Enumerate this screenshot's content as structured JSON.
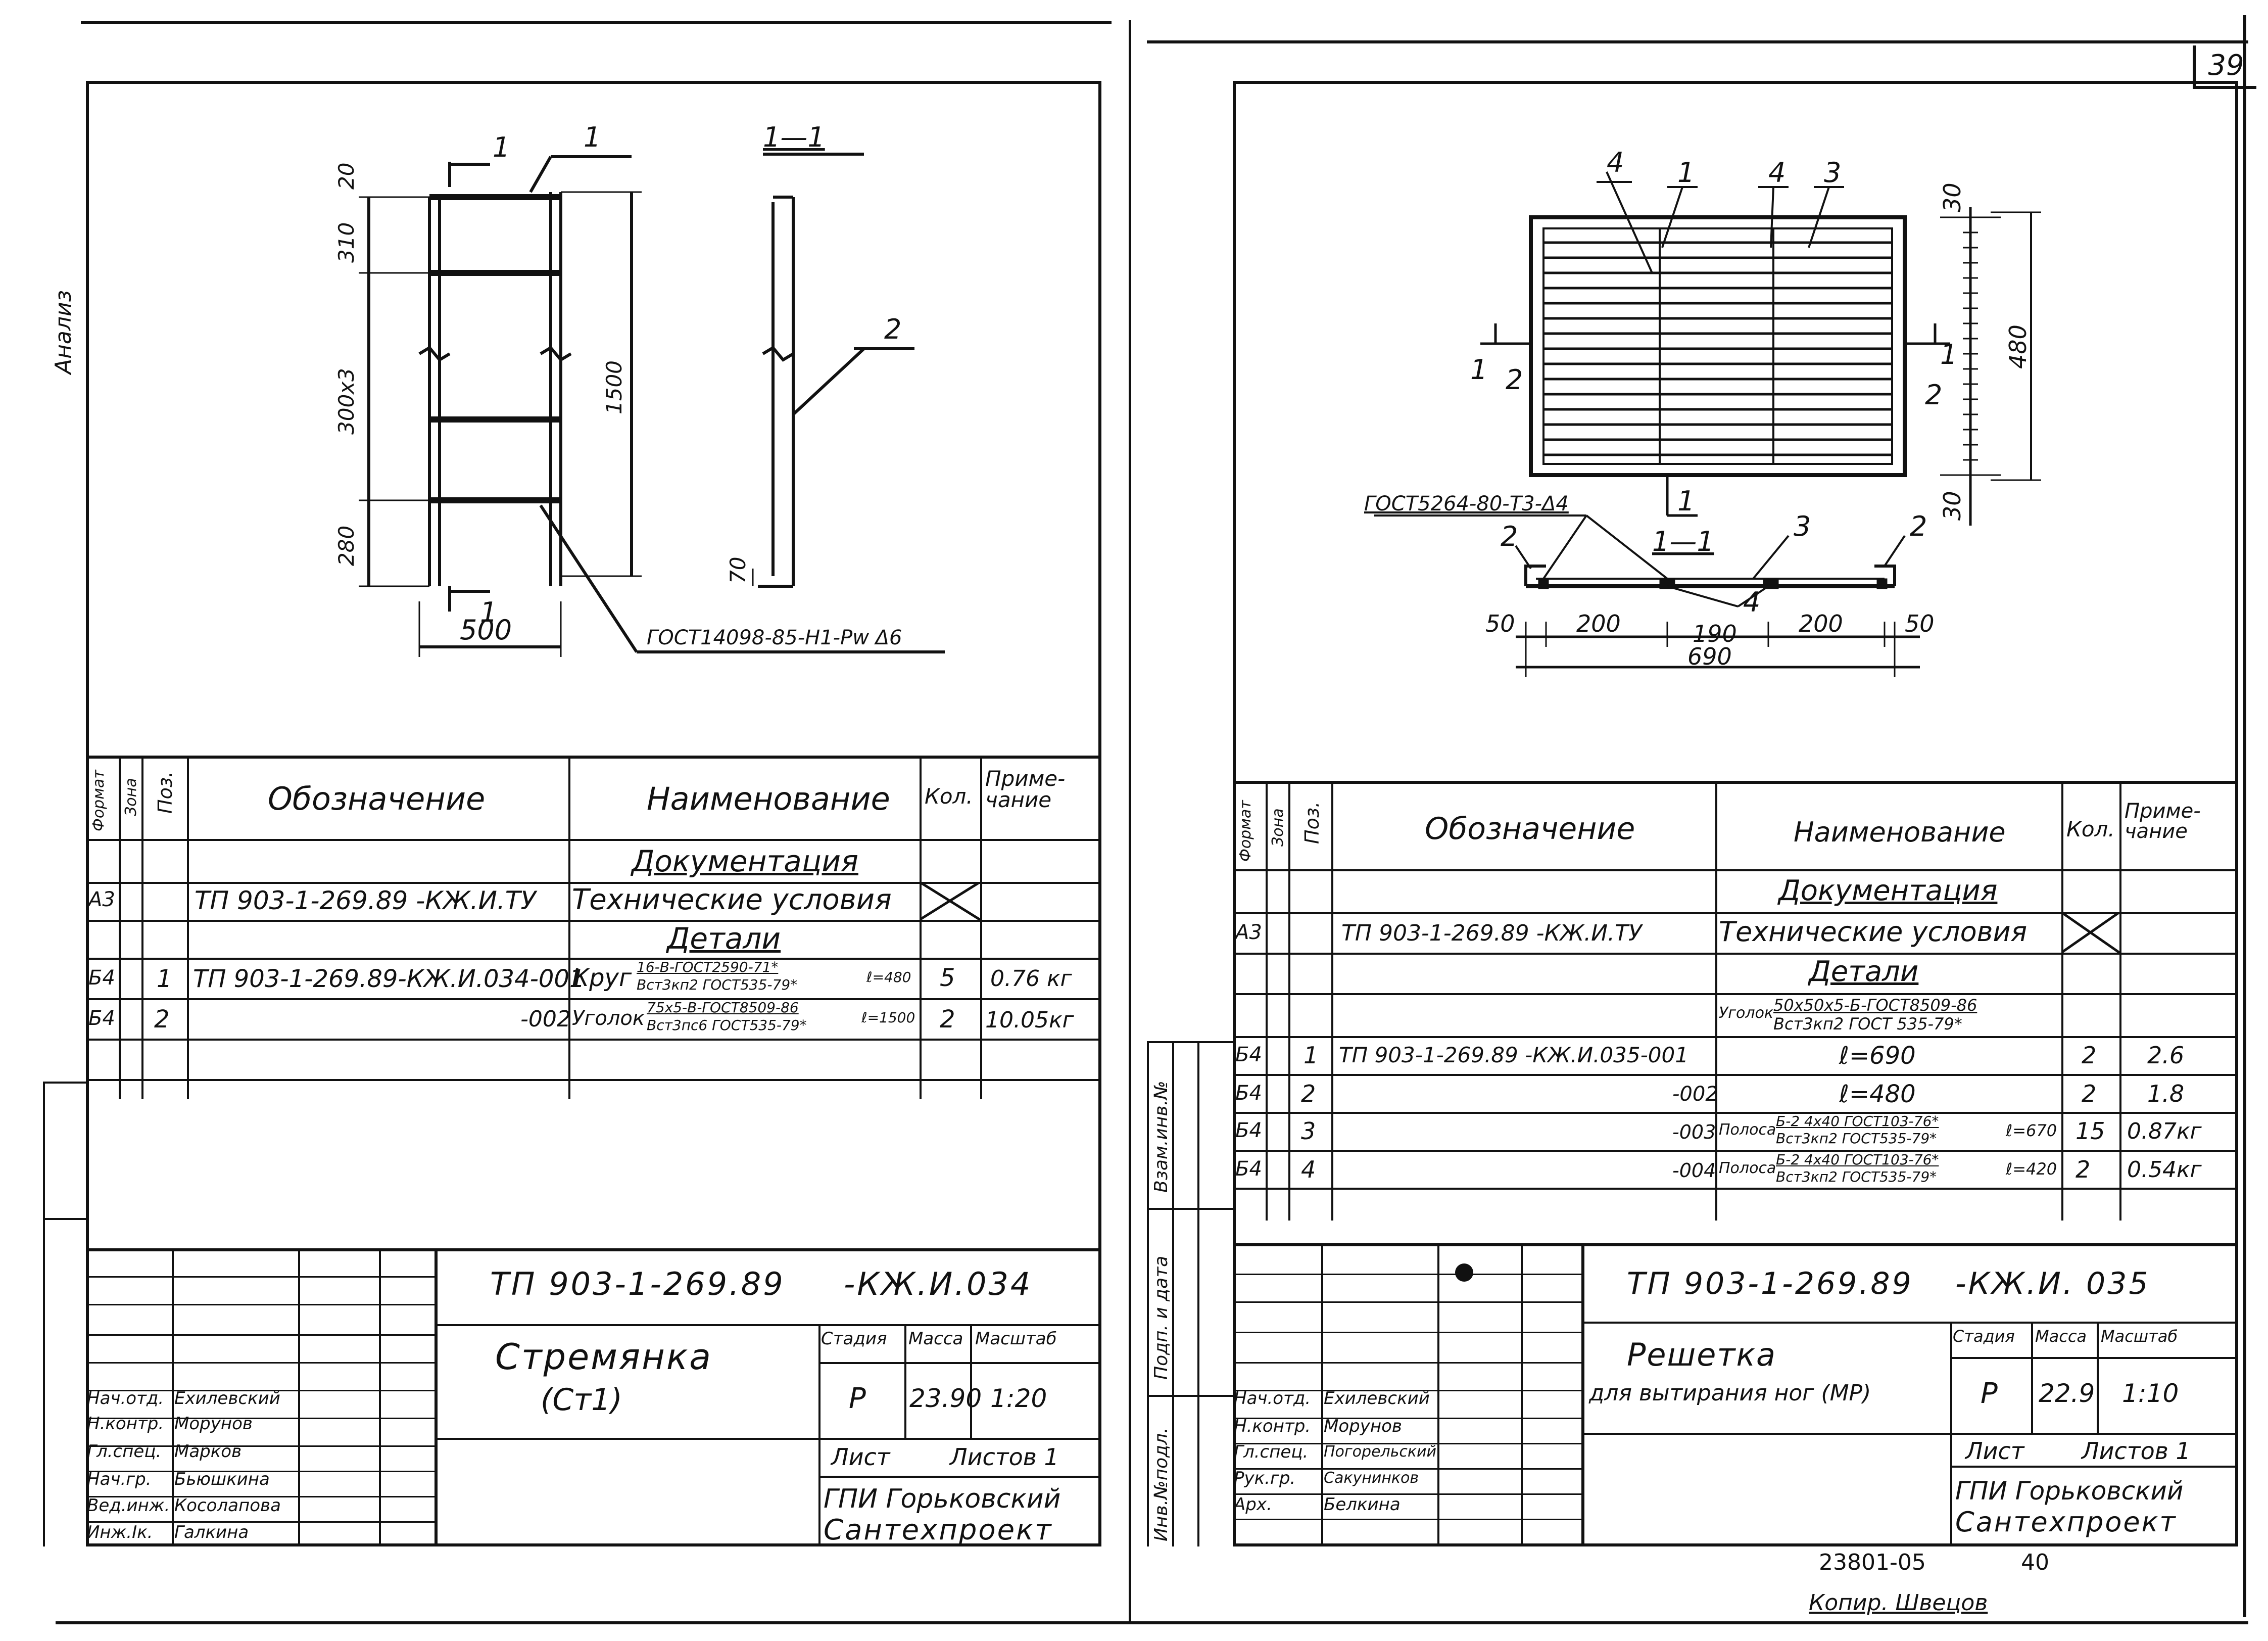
{
  "page_number": "39",
  "margin_note": "Анализ",
  "left_sheet": {
    "drawing": {
      "section_label": "1—1",
      "callout_1": "1",
      "callout_2": "2",
      "cut_mark": "1",
      "dims": {
        "d20": "20",
        "d310": "310",
        "d300x3": "300x3",
        "d280": "280",
        "d1500": "1500",
        "d70": "70",
        "d500": "500"
      },
      "weld_note": "ГОСТ14098-85-Н1-Рw Δ6"
    },
    "spec_table": {
      "headers": {
        "format": "Формат",
        "zone": "Зона",
        "pos": "Поз.",
        "designation": "Обозначение",
        "name": "Наименование",
        "qty": "Кол.",
        "note": "Приме-чание"
      },
      "section_docs": "Документация",
      "section_parts": "Детали",
      "rows": [
        {
          "format": "А3",
          "pos": "",
          "designation": "ТП 903-1-269.89 -КЖ.И.ТУ",
          "name": "Технические условия",
          "qty": "",
          "note": ""
        },
        {
          "format": "Б4",
          "pos": "1",
          "designation": "ТП 903-1-269.89-КЖ.И.034-001",
          "name": "Круг",
          "name_top": "16-В-ГОСТ2590-71*",
          "name_bottom": "Вст3кп2 ГОСТ535-79*",
          "name_len": "ℓ=480",
          "qty": "5",
          "note": "0.76 кг"
        },
        {
          "format": "Б4",
          "pos": "2",
          "designation": "-002",
          "name": "Уголок",
          "name_top": "75х5-В-ГОСТ8509-86",
          "name_bottom": "Вст3пс6 ГОСТ535-79*",
          "name_len": "ℓ=1500",
          "qty": "2",
          "note": "10.05кг"
        }
      ]
    },
    "title_block": {
      "code": "ТП 903-1-269.89",
      "code_suffix": "-КЖ.И.034",
      "title": "Стремянка",
      "subtitle": "(Ст1)",
      "stage_label": "Стадия",
      "mass_label": "Масса",
      "scale_label": "Масштаб",
      "stage": "Р",
      "mass": "23.90",
      "scale": "1:20",
      "sheet_label": "Лист",
      "sheets_label": "Листов 1",
      "org_line1": "ГПИ Горьковский",
      "org_line2": "Сантехпроект",
      "staff": [
        {
          "role": "Нач.отд.",
          "name": "Ехилевский"
        },
        {
          "role": "Н.контр.",
          "name": "Морунов"
        },
        {
          "role": "Гл.спец.",
          "name": "Марков"
        },
        {
          "role": "Нач.гр.",
          "name": "Бьюшкина"
        },
        {
          "role": "Вед.инж.",
          "name": "Косолапова"
        },
        {
          "role": "Инж.Iк.",
          "name": "Галкина"
        }
      ]
    }
  },
  "right_sheet": {
    "drawing": {
      "callouts_top": [
        "4",
        "1",
        "4",
        "3"
      ],
      "cut_left": "1",
      "cut_right": "1",
      "cut_bottom": "1",
      "label_2_left": "2",
      "label_2_right": "2",
      "section_label": "1—1",
      "gost_note": "ГОСТ5264-80-Т3-Δ4",
      "sec_callouts": {
        "c2a": "2",
        "c3": "3",
        "c2b": "2",
        "c4": "4"
      },
      "dims": {
        "d30_top": "30",
        "d480": "480",
        "d30_bot": "30",
        "d50a": "50",
        "d200a": "200",
        "d190": "190",
        "d200b": "200",
        "d50b": "50",
        "d690": "690"
      }
    },
    "spec_table": {
      "headers": {
        "format": "Формат",
        "zone": "Зона",
        "pos": "Поз.",
        "designation": "Обозначение",
        "name": "Наименование",
        "qty": "Кол.",
        "note": "Приме-чание"
      },
      "section_docs": "Документация",
      "section_parts": "Детали",
      "angle_note": "Уголок",
      "angle_top": "50х50х5-Б-ГОСТ8509-86",
      "angle_bottom": "Вст3кп2 ГОСТ 535-79*",
      "rows": [
        {
          "format": "А3",
          "pos": "",
          "designation": "ТП 903-1-269.89 -КЖ.И.ТУ",
          "name": "Технические условия",
          "qty": "",
          "note": ""
        },
        {
          "format": "Б4",
          "pos": "1",
          "designation": "ТП 903-1-269.89 -КЖ.И.035-001",
          "name": "ℓ=690",
          "qty": "2",
          "note": "2.6"
        },
        {
          "format": "Б4",
          "pos": "2",
          "designation": "-002",
          "name": "ℓ=480",
          "qty": "2",
          "note": "1.8"
        },
        {
          "format": "Б4",
          "pos": "3",
          "designation": "-003",
          "name": "Полоса",
          "name_top": "Б-2 4х40 ГОСТ103-76*",
          "name_bottom": "Вст3кп2 ГОСТ535-79*",
          "name_len": "ℓ=670",
          "qty": "15",
          "note": "0.87кг"
        },
        {
          "format": "Б4",
          "pos": "4",
          "designation": "-004",
          "name": "Полоса",
          "name_top": "Б-2 4х40 ГОСТ103-76*",
          "name_bottom": "Вст3кп2 ГОСТ535-79*",
          "name_len": "ℓ=420",
          "qty": "2",
          "note": "0.54кг"
        }
      ]
    },
    "side_labels": {
      "inv": "Инв.№подл.",
      "sign": "Подп. и дата",
      "vzam": "Взам.инв.№"
    },
    "title_block": {
      "code": "ТП 903-1-269.89",
      "code_suffix": "-КЖ.И. 035",
      "title": "Решетка",
      "subtitle": "для вытирания ног (МР)",
      "stage_label": "Стадия",
      "mass_label": "Масса",
      "scale_label": "Масштаб",
      "stage": "Р",
      "mass": "22.9",
      "scale": "1:10",
      "sheet_label": "Лист",
      "sheets_label": "Листов 1",
      "org_line1": "ГПИ Горьковский",
      "org_line2": "Сантехпроект",
      "staff": [
        {
          "role": "Нач.отд.",
          "name": "Ехилевский"
        },
        {
          "role": "Н.контр.",
          "name": "Морунов"
        },
        {
          "role": "Гл.спец.",
          "name": "Погорельский"
        },
        {
          "role": "Рук.гр.",
          "name": "Сакунинков"
        },
        {
          "role": "Арх.",
          "name": "Белкина"
        }
      ]
    }
  },
  "footer": {
    "archive_no": "23801-05",
    "sheet_no": "40",
    "copied": "Копир. Швецов"
  }
}
